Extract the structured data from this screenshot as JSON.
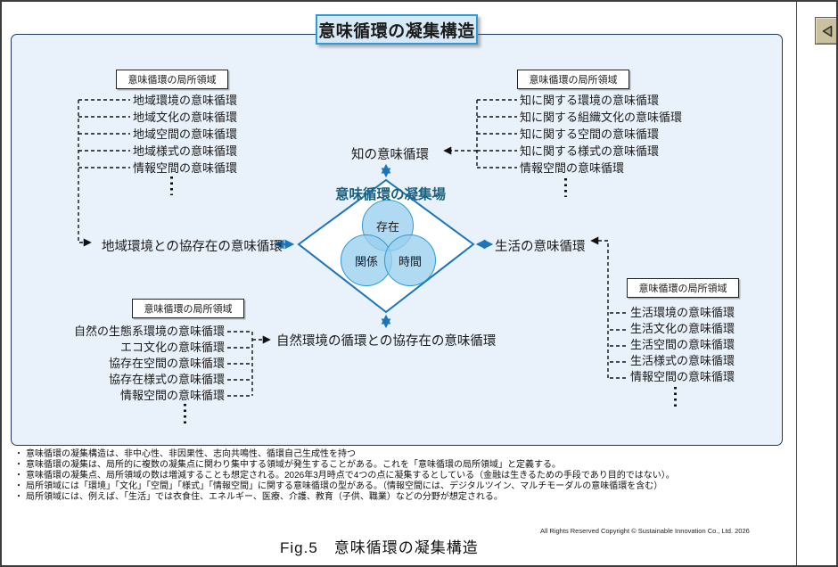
{
  "title": "意味循環の凝集構造",
  "diagram": {
    "local_region_label": "意味循環の局所領域",
    "center": {
      "label": "意味循環の凝集場",
      "circles": [
        "存在",
        "関係",
        "時間"
      ]
    },
    "nodes": {
      "knowledge": "知の意味循環",
      "life": "生活の意味循環",
      "regional_coexistence": "地域環境との協存在の意味循環",
      "nature_coexistence": "自然環境の循環との協存在の意味循環"
    },
    "groups": {
      "top_left": {
        "items": [
          "地域環境の意味循環",
          "地域文化の意味循環",
          "地域空間の意味循環",
          "地域様式の意味循環",
          "情報空間の意味循環"
        ]
      },
      "top_right": {
        "items": [
          "知に関する環境の意味循環",
          "知に関する組織文化の意味循環",
          "知に関する空間の意味循環",
          "知に関する様式の意味循環",
          "情報空間の意味循環"
        ]
      },
      "bottom_left": {
        "items": [
          "自然の生態系環境の意味循環",
          "エコ文化の意味循環",
          "協存在空間の意味循環",
          "協存在様式の意味循環",
          "情報空間の意味循環"
        ]
      },
      "bottom_right": {
        "items": [
          "生活環境の意味循環",
          "生活文化の意味循環",
          "生活空間の意味循環",
          "生活様式の意味循環",
          "情報空間の意味循環"
        ]
      }
    }
  },
  "notes": {
    "marker": "・",
    "items": [
      "意味循環の凝集構造は、非中心性、非因果性、志向共鳴性、循環自己生成性を持つ",
      "意味循環の凝集は、局所的に複数の凝集点に関わり集中する領域が発生することがある。これを「意味循環の局所領域」と定義する。",
      "意味循環の凝集点、局所領域の数は増減することも想定される。2026年3月時点で4つの点に凝集するとしている（金融は生きるための手段であり目的ではない）。",
      "局所領域には「環境」「文化」「空間」「様式」「情報空間」に関する意味循環の型がある。（情報空間には、デジタルツイン、マルチモーダルの意味循環を含む）",
      "局所領域には、例えば、「生活」では衣食住、エネルギー、医療、介護、教育（子供、職業）などの分野が想定される。"
    ]
  },
  "footer": {
    "caption": "Fig.5　意味循環の凝集構造",
    "copyright": "All Rights Reserved Copyright © Sustainable Innovation Co., Ltd. 2026"
  },
  "colors": {
    "accent_blue": "#1B75BB",
    "canvas_fill": "#E9F2FA",
    "circle_fill": "#9ACFEE",
    "circle_stroke": "#2E9BD6",
    "center_label_color": "#18607F",
    "title_box_fill": "#D7E9F7",
    "back_button_fill": "#C9C1A0"
  }
}
